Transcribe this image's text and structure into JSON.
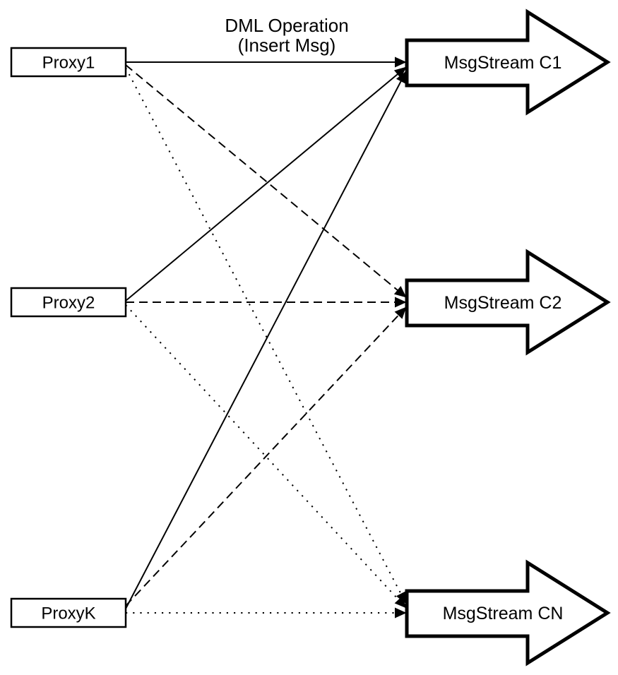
{
  "title": {
    "line1": "DML Operation",
    "line2": "(Insert Msg)"
  },
  "proxies": [
    {
      "id": "proxy1",
      "label": "Proxy1"
    },
    {
      "id": "proxy2",
      "label": "Proxy2"
    },
    {
      "id": "proxyk",
      "label": "ProxyK"
    }
  ],
  "streams": [
    {
      "id": "c1",
      "label": "MsgStream C1",
      "incoming_line_style": "solid"
    },
    {
      "id": "c2",
      "label": "MsgStream C2",
      "incoming_line_style": "dashed"
    },
    {
      "id": "cn",
      "label": "MsgStream CN",
      "incoming_line_style": "dotted"
    }
  ],
  "edges": [
    {
      "from": "Proxy1",
      "to": "MsgStream C1",
      "style": "solid"
    },
    {
      "from": "Proxy2",
      "to": "MsgStream C1",
      "style": "solid"
    },
    {
      "from": "ProxyK",
      "to": "MsgStream C1",
      "style": "solid"
    },
    {
      "from": "Proxy1",
      "to": "MsgStream C2",
      "style": "dashed"
    },
    {
      "from": "Proxy2",
      "to": "MsgStream C2",
      "style": "dashed"
    },
    {
      "from": "ProxyK",
      "to": "MsgStream C2",
      "style": "dashed"
    },
    {
      "from": "Proxy1",
      "to": "MsgStream CN",
      "style": "dotted"
    },
    {
      "from": "Proxy2",
      "to": "MsgStream CN",
      "style": "dotted"
    },
    {
      "from": "ProxyK",
      "to": "MsgStream CN",
      "style": "dotted"
    }
  ],
  "colors": {
    "stroke": "#000000",
    "fill": "#ffffff",
    "background": "#ffffff"
  }
}
